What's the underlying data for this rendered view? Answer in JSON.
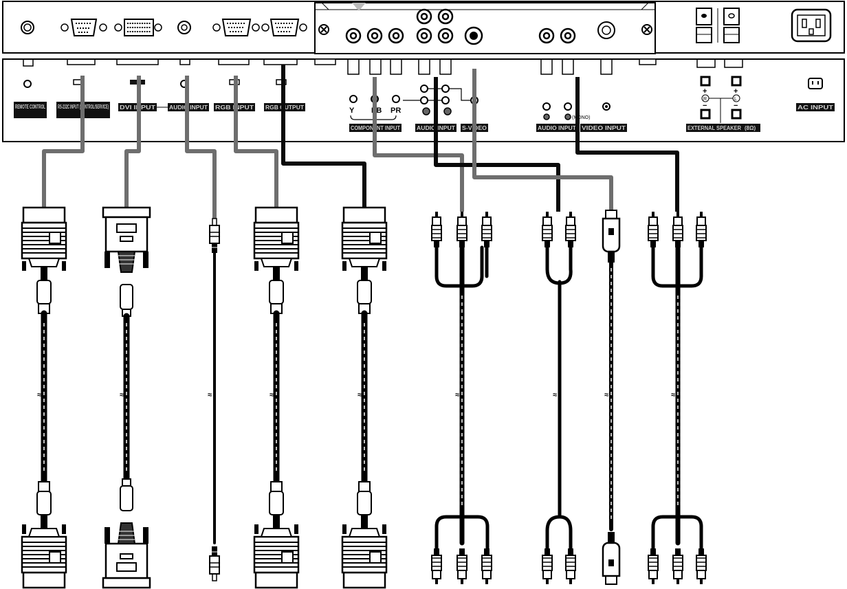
{
  "panel_labels": {
    "remote_control": "REMOTE CONTROL",
    "rs232c": "RS-232C INPUT (CONTROL/SERVICE)",
    "dvi_input": "DVI INPUT",
    "audio_input_pc": "AUDIO INPUT",
    "rgb_input": "RGB INPUT",
    "rgb_output": "RGB OUTPUT",
    "component_input": "COMPONENT INPUT",
    "audio_input_av": "AUDIO INPUT",
    "s_video": "S-VIDEO",
    "audio_input_2": "AUDIO INPUT",
    "video_input": "VIDEO INPUT",
    "external_speaker": "EXTERNAL SPEAKER",
    "external_speaker_ohm": "(8Ω)",
    "ac_input": "AC INPUT"
  },
  "component_jack_labels": {
    "y": "Y",
    "pb": "PB",
    "pr": "PR"
  },
  "mono_label": "(MONO)",
  "speaker_symbols": {
    "plus_r": "+",
    "r": "R",
    "minus_r": "−",
    "plus_l": "+",
    "l": "L",
    "minus_l": "−"
  },
  "break_mark": "≈",
  "colors": {
    "cable_gray": "#6e6e6e",
    "cable_black": "#0a0a0a",
    "outline": "#000000",
    "label_bg": "#111111"
  },
  "connectors": [
    {
      "name": "rs232c-cable",
      "top_plug": "d-sub",
      "bottom_plug": "d-sub",
      "cable": "gray"
    },
    {
      "name": "dvi-cable",
      "top_plug": "dvi",
      "bottom_plug": "dvi",
      "cable": "gray"
    },
    {
      "name": "audio-mini-cable",
      "top_plug": "mini-jack",
      "bottom_plug": "mini-jack",
      "cable": "gray"
    },
    {
      "name": "rgb-input-cable",
      "top_plug": "d-sub",
      "bottom_plug": "d-sub",
      "cable": "gray"
    },
    {
      "name": "rgb-output-cable",
      "top_plug": "d-sub",
      "bottom_plug": "d-sub",
      "cable": "black"
    },
    {
      "name": "component-cable",
      "top_plug": "rca-x3",
      "bottom_plug": "rca-x3",
      "cable": "gray"
    },
    {
      "name": "audio-rca-cable",
      "top_plug": "rca-x2",
      "bottom_plug": "rca-x2",
      "cable": "black"
    },
    {
      "name": "s-video-cable",
      "top_plug": "s-video",
      "bottom_plug": "s-video",
      "cable": "gray"
    },
    {
      "name": "av-cable",
      "top_plug": "rca-x3",
      "bottom_plug": "rca-x3",
      "cable": "black"
    }
  ]
}
